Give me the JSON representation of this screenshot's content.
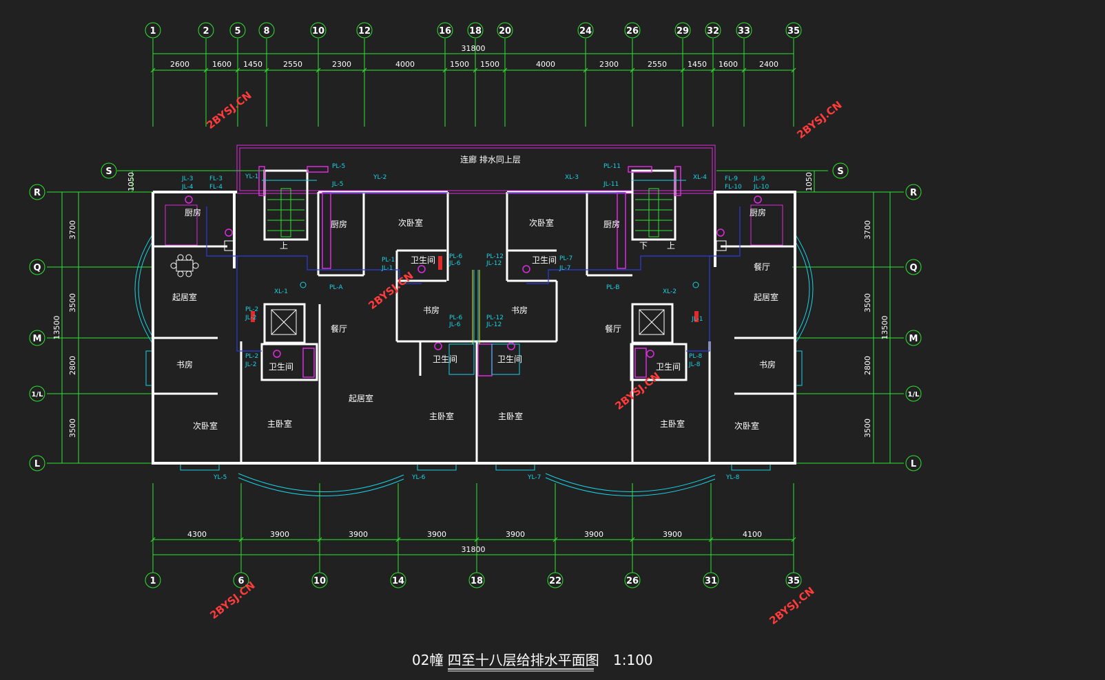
{
  "title": "02幢 四至十八层给排水平面图",
  "scale": "1:100",
  "watermark": "2BYSJ.CN",
  "colors": {
    "background": "#212121",
    "grid": "#2ee62e",
    "wall": "#ffffff",
    "fixture": "#19d3e6",
    "pipe": "#e02be0",
    "drain": "#2b3fd6",
    "watermark": "#ff3b3b"
  },
  "top_axes": [
    "1",
    "2",
    "5",
    "8",
    "10",
    "12",
    "16",
    "18",
    "20",
    "24",
    "26",
    "29",
    "32",
    "33",
    "35"
  ],
  "top_total": "31800",
  "top_dims": [
    "2600",
    "1600",
    "1450",
    "2550",
    "2300",
    "4000",
    "1500",
    "1500",
    "4000",
    "2300",
    "2550",
    "1450",
    "1600",
    "2400"
  ],
  "bottom_axes": [
    "1",
    "6",
    "10",
    "14",
    "18",
    "22",
    "26",
    "31",
    "35"
  ],
  "bottom_total": "31800",
  "bottom_dims": [
    "4300",
    "3900",
    "3900",
    "3900",
    "3900",
    "3900",
    "3900",
    "4100"
  ],
  "row_axes": [
    "R",
    "Q",
    "M",
    "1/L",
    "L"
  ],
  "side_axis": "S",
  "side_dims": [
    "3700",
    "3500",
    "2800",
    "3500"
  ],
  "side_total": "13500",
  "side_small": "1050",
  "corridor_label": "连廊 排水同上层",
  "rooms": {
    "kitchen": "厨房",
    "second_bedroom": "次卧室",
    "bathroom": "卫生间",
    "living_room": "起居室",
    "dining": "餐厅",
    "study": "书房",
    "master_bedroom": "主卧室",
    "up": "上",
    "down": "下"
  },
  "pipe_tags": {
    "jl3": "JL-3",
    "fl3": "FL-3",
    "jl4": "JL-4",
    "fl4": "FL-4",
    "pl5": "PL-5",
    "jl5": "JL-5",
    "xl1": "XL-1",
    "xl2": "XL-2",
    "xl3": "XL-3",
    "xl4": "XL-4",
    "pl11": "PL-11",
    "jl11": "JL-11",
    "fl9": "FL-9",
    "jl9": "JL-9",
    "fl10": "FL-10",
    "jl10": "JL-10",
    "pl6": "PL-6",
    "jl6": "JL-6",
    "pl12": "PL-12",
    "jl12": "JL-12",
    "pl7": "PL-7",
    "jl7": "JL-7",
    "pla": "PL-A",
    "plb": "PL-B",
    "yl1": "YL-1",
    "yl2": "YL-2",
    "yl5": "YL-5",
    "yl6": "YL-6",
    "yl7": "YL-7",
    "yl8": "YL-8",
    "pl1": "PL-1",
    "jl1": "JL-1",
    "pl2": "PL-2",
    "jl2": "JL-2",
    "jl8": "JL-8",
    "pl8": "PL-8"
  }
}
